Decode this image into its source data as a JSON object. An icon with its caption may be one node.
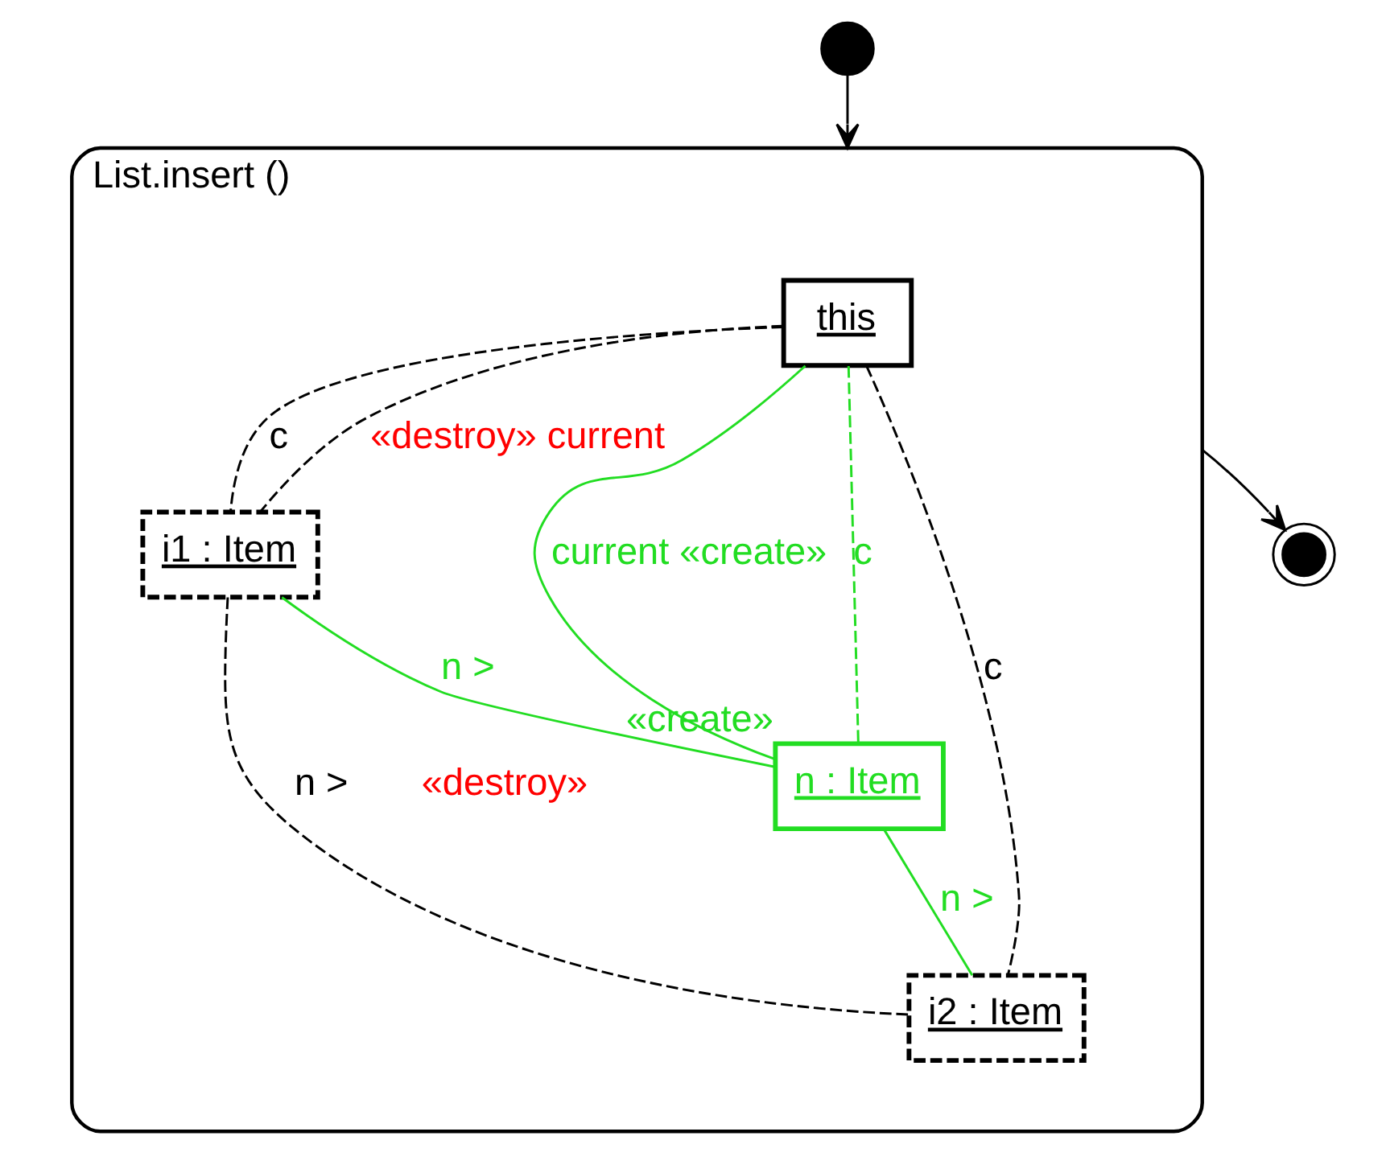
{
  "diagram": {
    "nodes": [
      {
        "text": [],
        "shape": "circle"
      },
      {
        "text": [
          "List.insert ()"
        ]
      },
      {
        "text": [
          "this"
        ],
        "in": 1
      },
      {
        "text": [
          "i1 : Item"
        ],
        "in": 1
      },
      {
        "text": [
          "i2 : Item"
        ],
        "in": 1
      },
      {
        "text": [
          "n : Item"
        ],
        "in": 1,
        "beside": [
          "«create»"
        ]
      },
      {
        "text": [],
        "shape": "circle"
      }
    ],
    "edges": [
      {
        "from": 0,
        "to": 1,
        "arrow": "to"
      },
      {
        "from": 2,
        "to": 3,
        "arrow": "none",
        "style": "dashed",
        "label": "«destroy» current"
      },
      {
        "from": 2,
        "to": 3,
        "arrow": "none",
        "style": "dashed",
        "label": "c"
      },
      {
        "from": 2,
        "to": 5,
        "arrow": "none",
        "style": "dashed",
        "color": "#22dd22",
        "label": "c"
      },
      {
        "from": 2,
        "to": 5,
        "arrow": "none",
        "color": "#22dd22",
        "label": "current «create»"
      },
      {
        "from": 2,
        "to": 4,
        "arrow": "none",
        "style": "dashed",
        "label": "c"
      },
      {
        "from": 3,
        "to": 4,
        "arrow": "none",
        "style": "dashed",
        "label": "n >"
      },
      {
        "from": 3,
        "to": 5,
        "arrow": "none",
        "color": "#22dd22",
        "label": "n >"
      },
      {
        "from": 5,
        "to": 4,
        "arrow": "none",
        "color": "#22dd22",
        "label": "n >"
      },
      {
        "from": 1,
        "to": 6,
        "arrow": "to"
      }
    ],
    "labels": [
      "«destroy»"
    ]
  }
}
